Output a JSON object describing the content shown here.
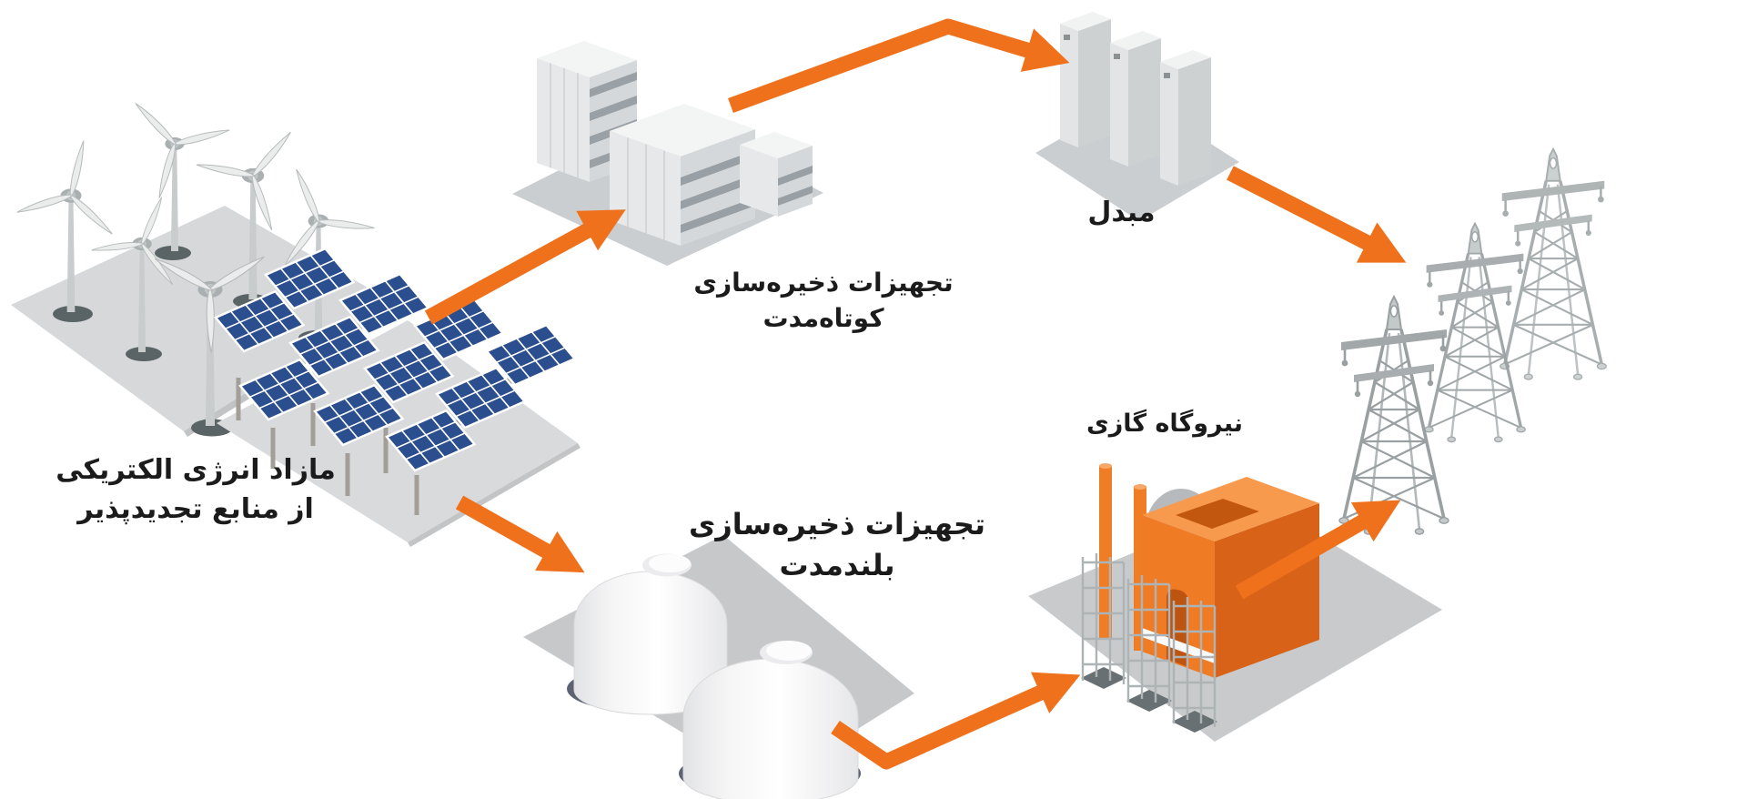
{
  "labels": {
    "source": {
      "line1": "مازاد انرژی الکتریکی",
      "line2": "از منابع تجدیدپذیر"
    },
    "short_term": {
      "line1": "تجهیزات ذخیره‌سازی",
      "line2": "کوتاه‌مدت"
    },
    "converter": {
      "text": "مبدل"
    },
    "long_term": {
      "line1": "تجهیزات ذخیره‌سازی",
      "line2": "بلندمدت"
    },
    "gas_plant": {
      "text": "نیروگاه گازی"
    }
  },
  "colors": {
    "arrow_orange": "#EF711C",
    "plant_orange": "#EF7B25",
    "solar_panel_blue": "#2B4E8E",
    "platform_gray": "#D6D8D9",
    "structure_gray": "#9AA0A2",
    "text": "#1B1B1B",
    "background": "#FFFFFF"
  },
  "illustrations": [
    {
      "icon": "wind-turbines-icon",
      "meaning": "wind farm"
    },
    {
      "icon": "solar-panels-icon",
      "meaning": "solar array"
    },
    {
      "icon": "storage-building-icon",
      "meaning": "short-term storage facility"
    },
    {
      "icon": "converter-cabinets-icon",
      "meaning": "converter units"
    },
    {
      "icon": "storage-tanks-icon",
      "meaning": "long-term storage tanks"
    },
    {
      "icon": "gas-power-plant-icon",
      "meaning": "gas power plant"
    },
    {
      "icon": "transmission-towers-icon",
      "meaning": "power transmission grid"
    }
  ],
  "flows": [
    {
      "from": "renewable-sources",
      "to": "short-term-storage"
    },
    {
      "from": "short-term-storage",
      "to": "converter"
    },
    {
      "from": "converter",
      "to": "transmission-grid"
    },
    {
      "from": "renewable-sources",
      "to": "long-term-storage"
    },
    {
      "from": "long-term-storage",
      "to": "gas-power-plant"
    },
    {
      "from": "gas-power-plant",
      "to": "transmission-grid"
    }
  ]
}
